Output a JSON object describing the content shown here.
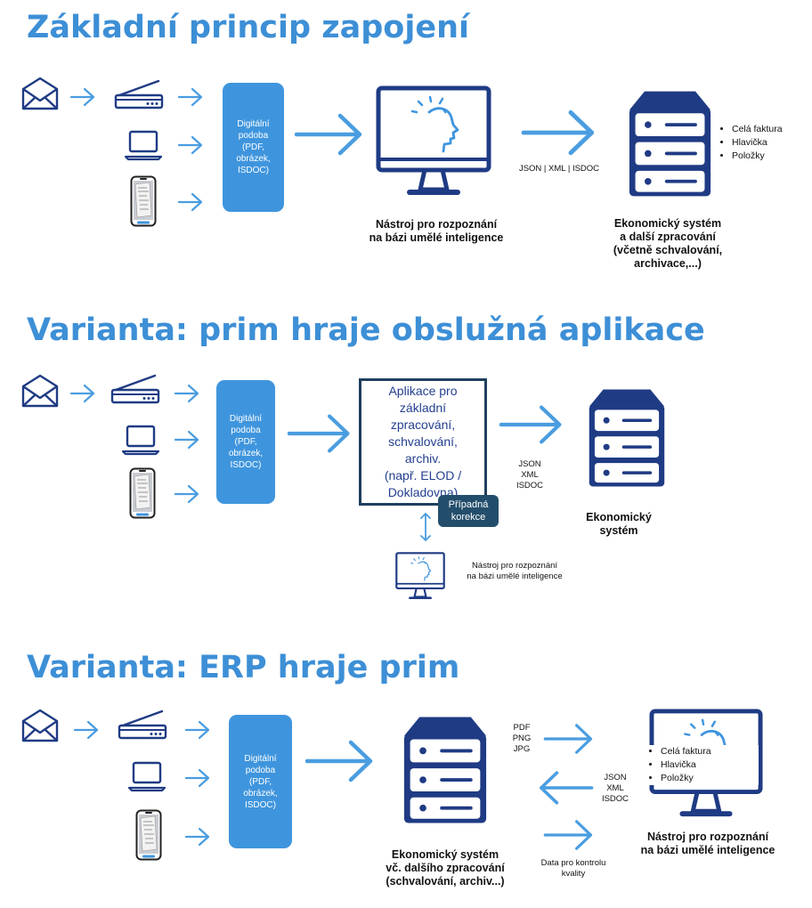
{
  "section1": {
    "title": "Základní princip zapojení",
    "digital_box": "Digitální\npodoba\n(PDF,\nobrázek,\nISDOC)",
    "formats": "JSON | XML | ISDOC",
    "ai_caption": "Nástroj pro rozpoznání\nna bázi umělé inteligence",
    "erp_caption": "Ekonomický systém\na další zpracování\n(včetně schvalování,\narchivace,...)",
    "bullets": [
      "Celá faktura",
      "Hlavička",
      "Položky"
    ]
  },
  "section2": {
    "title": "Varianta: prim hraje obslužná aplikace",
    "digital_box": "Digitální\npodoba\n(PDF,\nobrázek,\nISDOC)",
    "app_box": "Aplikace pro\nzákladní\nzpracování,\nschvalování,\narchiv.\n(např. ELOD /\nDokladovna)",
    "correction": "Případná\nkorekce",
    "formats": "JSON\nXML\nISDOC",
    "erp_caption": "Ekonomický\nsystém",
    "ai_caption": "Nástroj pro rozpoznání\nna bázi umělé inteligence"
  },
  "section3": {
    "title": "Varianta: ERP hraje prim",
    "digital_box": "Digitální\npodoba\n(PDF,\nobrázek,\nISDOC)",
    "erp_caption": "Ekonomický systém\nvč. dalšího zpracování\n(schvalování, archiv...)",
    "formats_out": "PDF\nPNG\nJPG",
    "formats_in": "JSON\nXML\nISDOC",
    "quality": "Data pro kontrolu\nkvality",
    "ai_caption": "Nástroj pro rozpoznání\nna bázi umělé inteligence",
    "bullets": [
      "Celá faktura",
      "Hlavička",
      "Položky"
    ]
  },
  "colors": {
    "title_blue": "#3d8fd6",
    "box_blue": "#3f95dd",
    "arrow_blue": "#4a9de0",
    "icon_navy": "#1f3b84",
    "correction_bg": "#234e6b"
  },
  "icons": [
    "envelope-icon",
    "scanner-icon",
    "laptop-icon",
    "phone-icon",
    "monitor-ai-icon",
    "server-icon",
    "arrow-icon",
    "double-arrow-icon"
  ]
}
